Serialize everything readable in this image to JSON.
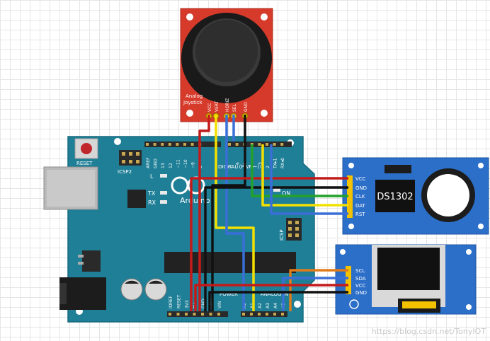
{
  "joystick": {
    "title_line1": "Analog",
    "title_line2": "Joystick",
    "pins": [
      "VCC",
      "VERT",
      "HORIZ",
      "SEL",
      "GND"
    ]
  },
  "arduino": {
    "reset_label": "RESET",
    "icsp2_label": "ICSP2",
    "icsp_label": "ICSP",
    "l_label": "L",
    "tx_label": "TX",
    "rx_label": "RX",
    "on_label": "ON",
    "brand": "Arduino",
    "top_header": [
      "AREF",
      "GND",
      "13",
      "12",
      "~11",
      "~10",
      "~9",
      "8",
      "7",
      "~6",
      "~5",
      "4",
      "~3",
      "2",
      "TX▸1",
      "RX◂0"
    ],
    "digital_label": "DIGITAL (PWM~)",
    "power_label": "POWER",
    "analog_label": "ANALOG IN",
    "bottom_header": [
      "IOREF",
      "RESET",
      "3V3",
      "5V",
      "GND",
      "GND",
      "VIN",
      "A0",
      "A1",
      "A2",
      "A3",
      "A4",
      "A5"
    ]
  },
  "rtc": {
    "chip_label": "DS1302",
    "pins": [
      "VCC",
      "GND",
      "CLK",
      "DAT",
      "RST"
    ]
  },
  "oled": {
    "pins": [
      "SCL",
      "SDA",
      "VCC",
      "GND"
    ]
  },
  "watermark": "https://blog.csdn.net/TonyIOT"
}
